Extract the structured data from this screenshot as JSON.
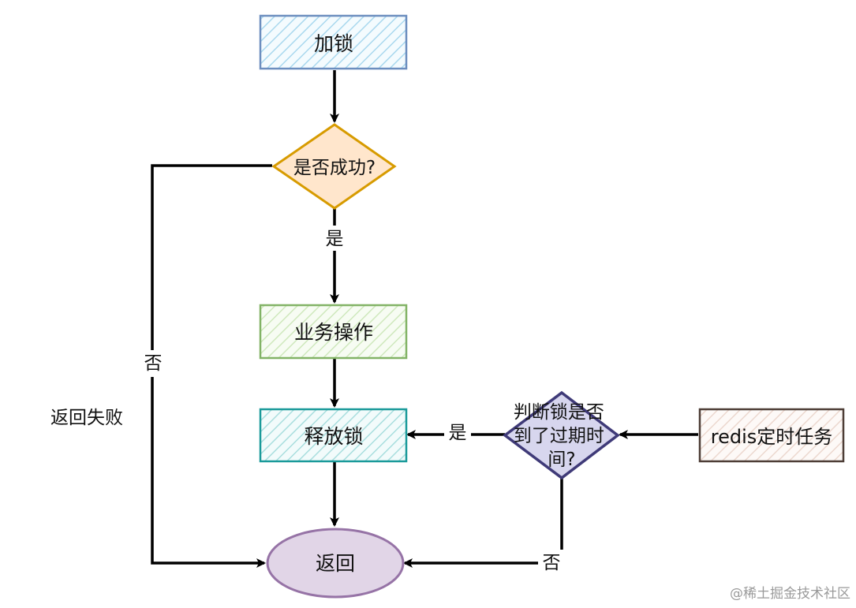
{
  "colors": {
    "lock_fill": "#dff1fa",
    "lock_stroke": "#6c8ebf",
    "decision_fill": "#ffe6cc",
    "decision_stroke": "#d79b00",
    "business_fill": "#e9f5df",
    "business_stroke": "#82b366",
    "release_fill": "#daf2f2",
    "release_stroke": "#1a9a9a",
    "check_fill": "#d7d6ee",
    "check_stroke": "#3f3a78",
    "task_fill": "#f8eeea",
    "task_stroke": "#4d3d36",
    "return_fill": "#e1d5e7",
    "return_stroke": "#9673a6",
    "edge": "#000000"
  },
  "nodes": {
    "lock": "加锁",
    "success_check": "是否成功?",
    "business": "业务操作",
    "release": "释放锁",
    "expire_check": [
      "判断锁是否",
      "到了过期时",
      "间?"
    ],
    "scheduled_task": "redis定时任务",
    "return": "返回"
  },
  "edges": {
    "yes_success": "是",
    "no_success": "否",
    "yes_expired": "是",
    "no_expired": "否"
  },
  "annotations": {
    "return_failure": "返回失败"
  },
  "watermark": "@稀土掘金技术社区"
}
